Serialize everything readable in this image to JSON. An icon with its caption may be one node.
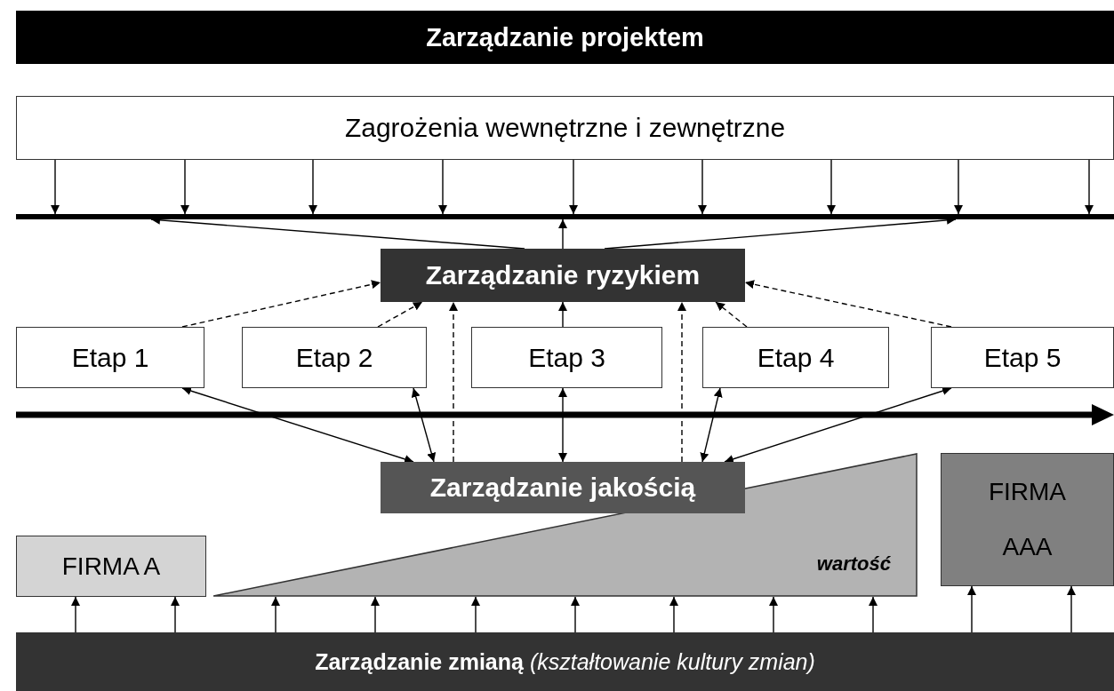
{
  "diagram": {
    "title": "Zarządzanie projektem",
    "nodes": [
      {
        "text": [
          "Zagrożenia wewnętrzne i zewnętrzne"
        ]
      },
      {
        "text": [],
        "shape": "bar"
      },
      {
        "text": [
          "Zarządzanie ryzykiem"
        ]
      },
      {
        "text": [
          "Etap 1"
        ]
      },
      {
        "text": [
          "Etap 2"
        ]
      },
      {
        "text": [
          "Etap 3"
        ]
      },
      {
        "text": [
          "Etap 4"
        ]
      },
      {
        "text": [
          "Etap 5"
        ]
      },
      {
        "text": [
          "Zarządzanie jakością"
        ]
      },
      {
        "text": [
          "wartość"
        ]
      },
      {
        "text": [
          "FIRMA A"
        ]
      },
      {
        "text": [
          "FIRMA AAA"
        ]
      },
      {
        "text": [
          "**Zarządzanie zmianą** *(kształtowanie kultury zmian)*"
        ]
      }
    ],
    "edges": [
      {
        "from": 0,
        "to": 1,
        "arrow": "to"
      },
      {
        "from": 0,
        "to": 1,
        "arrow": "to"
      },
      {
        "from": 0,
        "to": 1,
        "arrow": "to"
      },
      {
        "from": 0,
        "to": 1,
        "arrow": "to"
      },
      {
        "from": 0,
        "to": 1,
        "arrow": "to"
      },
      {
        "from": 0,
        "to": 1,
        "arrow": "to"
      },
      {
        "from": 0,
        "to": 1,
        "arrow": "to"
      },
      {
        "from": 0,
        "to": 1,
        "arrow": "to"
      },
      {
        "from": 0,
        "to": 1,
        "arrow": "to"
      },
      {
        "from": 2,
        "to": 1,
        "arrow": "to"
      },
      {
        "from": 2,
        "to": 1,
        "arrow": "to"
      },
      {
        "from": 2,
        "to": 1,
        "arrow": "to"
      },
      {
        "from": 3,
        "to": 2,
        "arrow": "to",
        "style": "dashed"
      },
      {
        "from": 4,
        "to": 2,
        "arrow": "to",
        "style": "dashed"
      },
      {
        "from": 5,
        "to": 2,
        "arrow": "to"
      },
      {
        "from": 6,
        "to": 2,
        "arrow": "to",
        "style": "dashed"
      },
      {
        "from": 7,
        "to": 2,
        "arrow": "to",
        "style": "dashed"
      },
      {
        "from": 8,
        "to": 2,
        "arrow": "to",
        "style": "dashed"
      },
      {
        "from": 8,
        "to": 2,
        "arrow": "to",
        "style": "dashed"
      },
      {
        "from": 3,
        "to": 8,
        "arrow": "both"
      },
      {
        "from": 4,
        "to": 8,
        "arrow": "both"
      },
      {
        "from": 5,
        "to": 8,
        "arrow": "both"
      },
      {
        "from": 6,
        "to": 8,
        "arrow": "both"
      },
      {
        "from": 7,
        "to": 8,
        "arrow": "both"
      },
      {
        "from": 12,
        "to": 10,
        "arrow": "to"
      },
      {
        "from": 12,
        "to": 10,
        "arrow": "to"
      },
      {
        "from": 12,
        "to": 9,
        "arrow": "to"
      },
      {
        "from": 12,
        "to": 9,
        "arrow": "to"
      },
      {
        "from": 12,
        "to": 9,
        "arrow": "to"
      },
      {
        "from": 12,
        "to": 9,
        "arrow": "to"
      },
      {
        "from": 12,
        "to": 9,
        "arrow": "to"
      },
      {
        "from": 12,
        "to": 9,
        "arrow": "to"
      },
      {
        "from": 12,
        "to": 9,
        "arrow": "to"
      },
      {
        "from": 12,
        "to": 11,
        "arrow": "to"
      },
      {
        "from": 12,
        "to": 11,
        "arrow": "to"
      }
    ]
  }
}
